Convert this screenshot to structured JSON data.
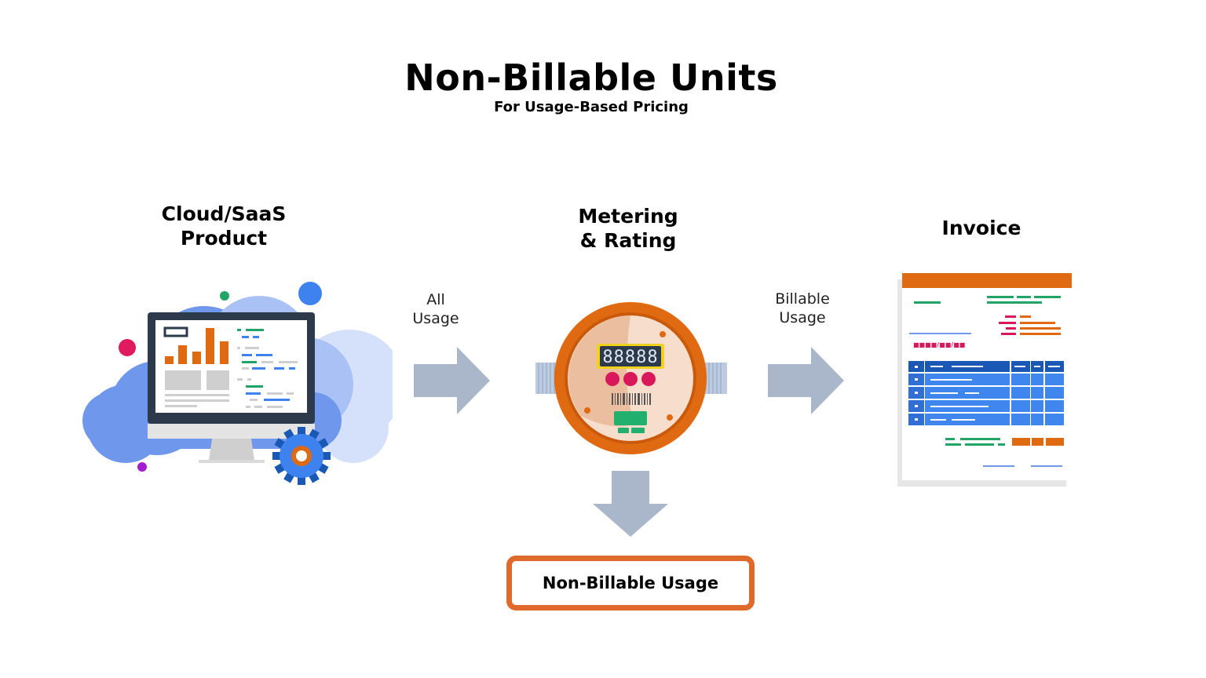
{
  "header": {
    "title": "Non-Billable Units",
    "subtitle": "For Usage-Based Pricing"
  },
  "nodes": {
    "product": {
      "label_line1": "Cloud/SaaS",
      "label_line2": "Product",
      "icon": "cloud-monitor-gear-icon"
    },
    "metering": {
      "label_line1": "Metering",
      "label_line2": "& Rating",
      "icon": "utility-meter-icon",
      "display": "88888"
    },
    "invoice": {
      "label": "Invoice",
      "icon": "invoice-document-icon",
      "date_placeholder": "■■■■/■■/■■"
    },
    "non_billable": {
      "label": "Non-Billable Usage"
    }
  },
  "edges": {
    "all_usage": {
      "line1": "All",
      "line2": "Usage"
    },
    "billable_usage": {
      "line1": "Billable",
      "line2": "Usage"
    }
  },
  "colors": {
    "arrow": "#aab6c9",
    "accent_orange": "#e06a2c",
    "cloud_blue": "#6f97ec",
    "table_blue": "#3f86ef",
    "table_header": "#1959b5"
  }
}
